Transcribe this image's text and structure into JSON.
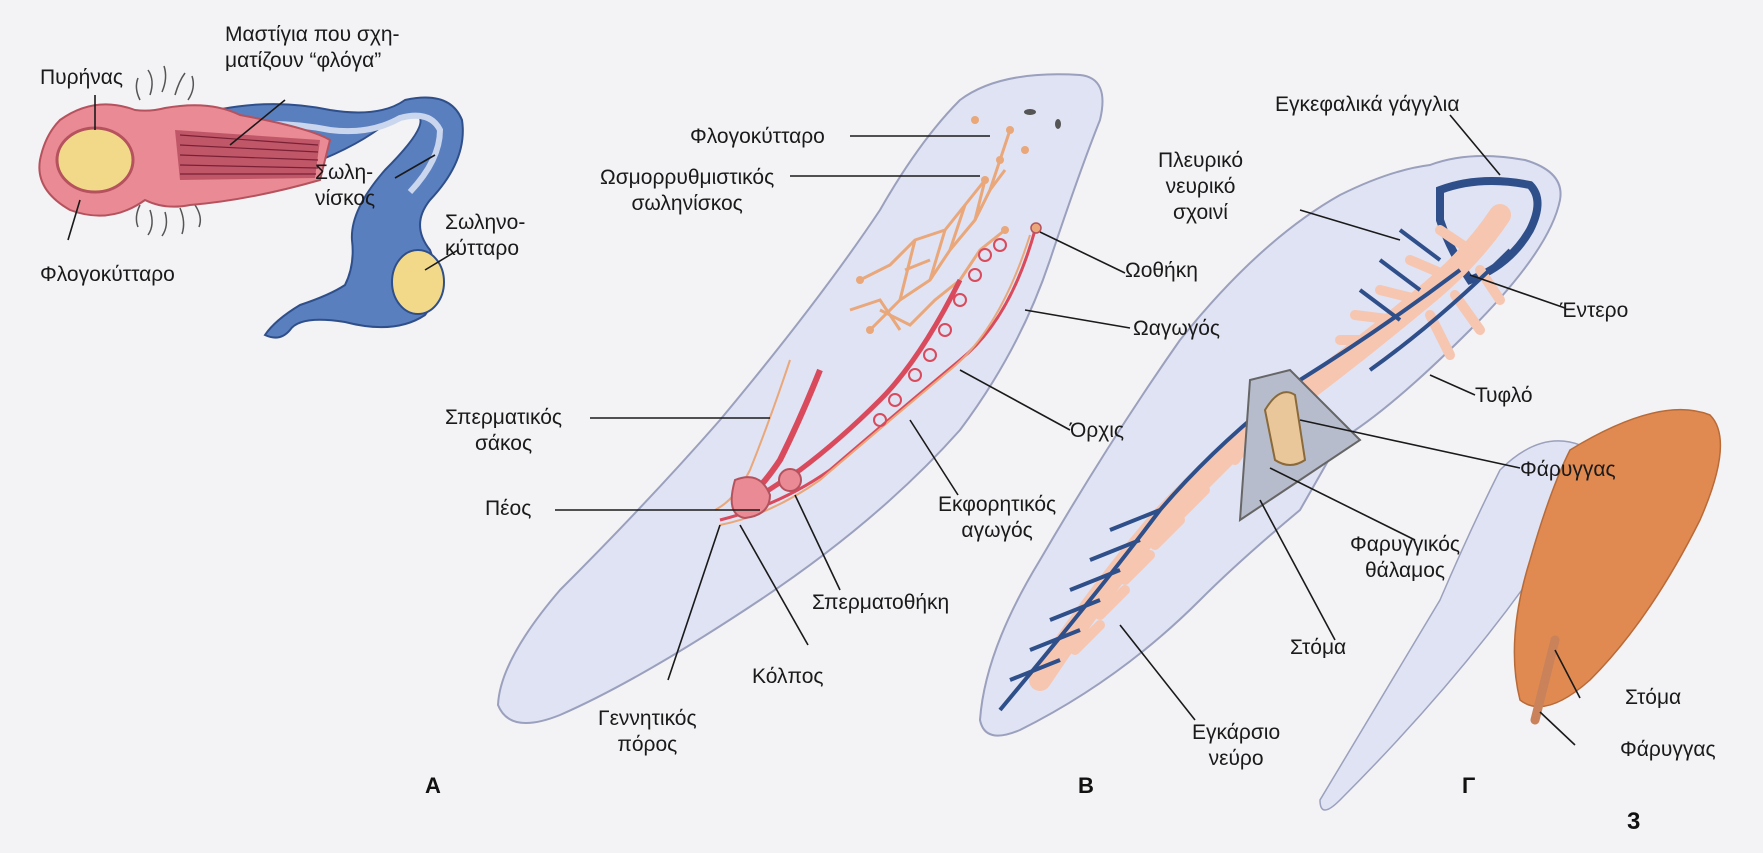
{
  "panels": {
    "a": {
      "letter": "Α",
      "labels": {
        "nucleus": "Πυρήνας",
        "flagella": "Μαστίγια που σχη-\nματίζουν “φλόγα”",
        "tubule": "Σωλη-\nνίσκος",
        "tubule_cell": "Σωληνο-\nκύτταρο",
        "flame_cell": "Φλογοκύτταρο"
      }
    },
    "b": {
      "letter": "Β",
      "labels": {
        "flame_cell": "Φλογοκύτταρο",
        "osmoreg": "Ωσμορρυθμιστικός\nσωληνίσκος",
        "ovary": "Ωοθήκη",
        "oviduct": "Ωαγωγός",
        "testis": "Όρχις",
        "sperm_sac": "Σπερματικός\nσάκος",
        "penis": "Πέος",
        "vas_deferens": "Εκφορητικός\nαγωγός",
        "spermatheca": "Σπερματοθήκη",
        "vagina": "Κόλπος",
        "genital_pore": "Γεννητικός\nπόρος"
      }
    },
    "c": {
      "letter": "Γ",
      "labels": {
        "ganglia": "Εγκεφαλικά γάγγλια",
        "nerve_cord": "Πλευρικό\nνευρικό\nσχοινί",
        "intestine": "Έντερο",
        "cecum": "Τυφλό",
        "pharynx": "Φάρυγγας",
        "pharyngeal_chamber": "Φαρυγγικός\nθάλαμος",
        "mouth": "Στόμα",
        "transverse_nerve": "Εγκάρσιο\nνεύρο",
        "mouth_2": "Στόμα",
        "pharynx_2": "Φάρυγγας"
      }
    }
  },
  "page_number": "3",
  "colors": {
    "body_fill": "#dfe3f3",
    "body_stroke": "#9aa0bd",
    "flame_cell": "#e98a94",
    "nucleus": "#f2d98a",
    "tubule": "#5a7fbf",
    "gut": "#f6c6b0",
    "nerve": "#2f4f8a",
    "repro": "#d94a5c",
    "excretory": "#e9a77a",
    "side_worm": "#e08a52"
  }
}
